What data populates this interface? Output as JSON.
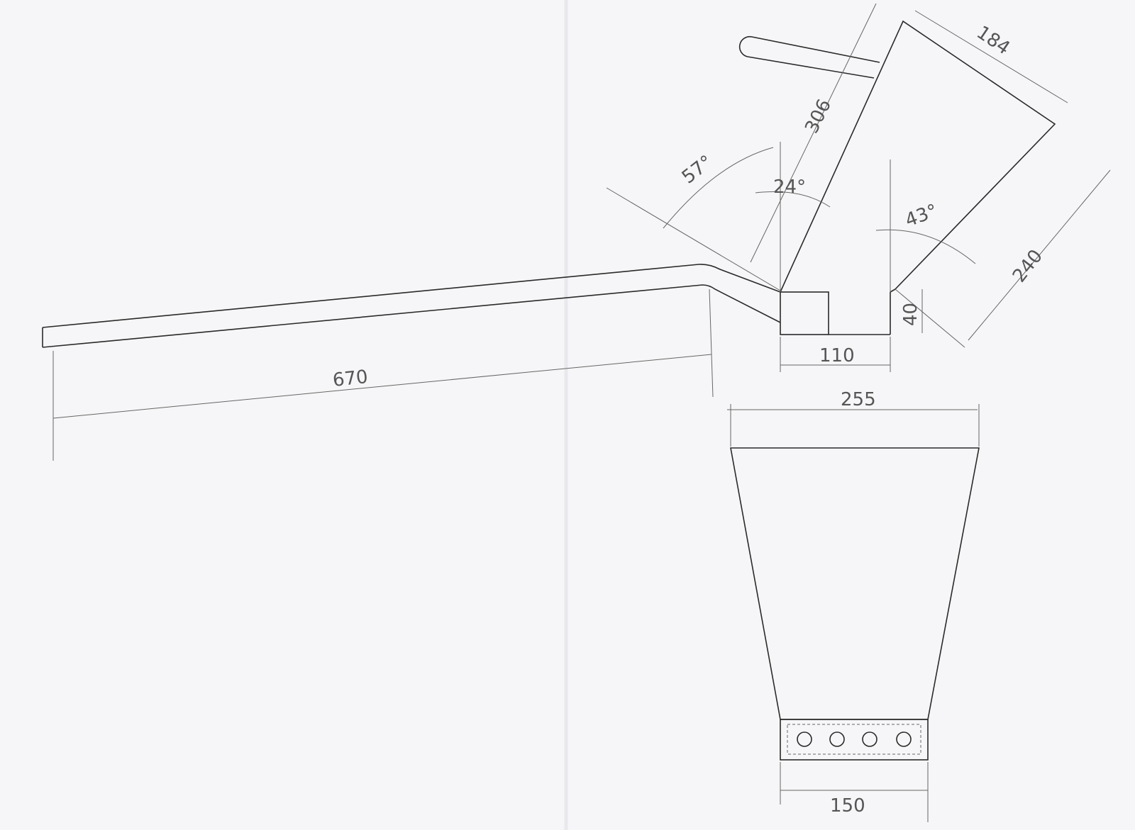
{
  "dimensions": {
    "bar_length": "670",
    "base_width": "110",
    "top_width": "255",
    "bottom_width": "150",
    "tilted_height": "306",
    "tilted_top": "184",
    "tilted_side": "240",
    "small_height": "40"
  },
  "angles": {
    "left_angle": "57°",
    "tilt_angle": "24°",
    "right_angle": "43°"
  }
}
